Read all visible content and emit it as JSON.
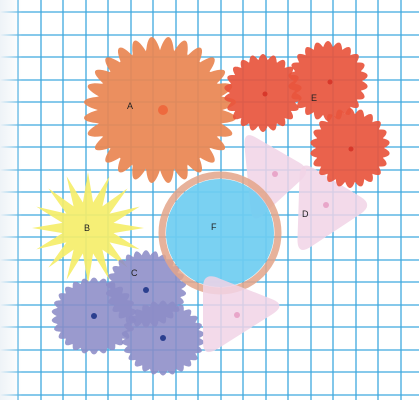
{
  "colors": {
    "background": "#ffffff",
    "grid": "#3fa9df",
    "edge_fade": "#eef3f7",
    "shape_a": "#e98653",
    "shape_a_dot": "#ee6a3e",
    "shape_b": "#f5ee6a",
    "shape_c": "#8c8cc7",
    "shape_c_dot": "#2b3f8f",
    "shape_d": "#f1d3e6",
    "shape_d_dot": "#e8a6c9",
    "shape_e": "#e8553d",
    "shape_e_dot": "#d8382b",
    "shape_f_fill": "#6fcdf1",
    "shape_f_ring": "#e3a58a"
  },
  "labels": {
    "a": "A",
    "b": "B",
    "c": "C",
    "d": "D",
    "e": "E",
    "f": "F"
  }
}
